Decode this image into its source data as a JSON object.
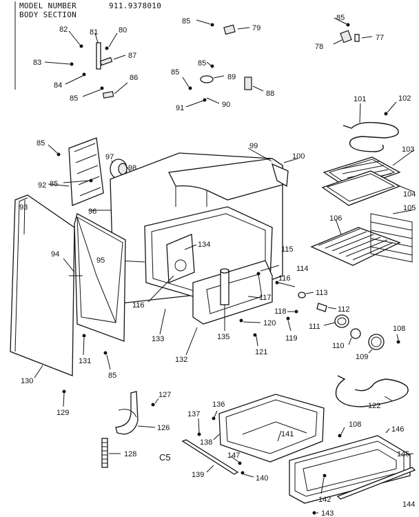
{
  "header": {
    "model_label": "MODEL NUMBER",
    "model_number": "911.9378010",
    "section": "BODY SECTION"
  },
  "footer_code": "C5",
  "part_labels": [
    "85",
    "79",
    "85",
    "77",
    "78",
    "82",
    "81",
    "80",
    "87",
    "83",
    "84",
    "85",
    "86",
    "85",
    "89",
    "85",
    "88",
    "91",
    "90",
    "101",
    "102",
    "103",
    "104",
    "105",
    "106",
    "85",
    "97",
    "98",
    "99",
    "100",
    "85",
    "92",
    "96",
    "93",
    "94",
    "95",
    "134",
    "115",
    "114",
    "116",
    "116",
    "117",
    "113",
    "118",
    "112",
    "119",
    "120",
    "111",
    "108",
    "110",
    "109",
    "133",
    "135",
    "121",
    "132",
    "131",
    "85",
    "130",
    "122",
    "129",
    "127",
    "136",
    "137",
    "126",
    "141",
    "138",
    "108",
    "146",
    "147",
    "145",
    "128",
    "140",
    "139",
    "142",
    "143",
    "144"
  ]
}
